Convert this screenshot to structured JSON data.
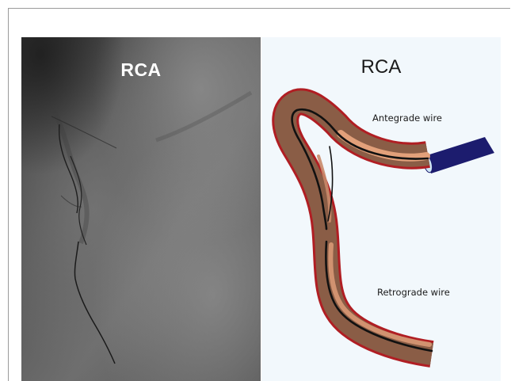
{
  "left_panel": {
    "title": "RCA"
  },
  "right_panel": {
    "title": "RCA",
    "labels": {
      "antegrade": "Antegrade wire",
      "retrograde": "Retrograde wire"
    }
  },
  "colors": {
    "vessel_outline": "#b01e23",
    "vessel_wall": "#8a5d46",
    "vessel_lumen_light": "#e2a07a",
    "catheter": "#1c1c6e",
    "wire": "#111111",
    "schematic_background": "#f2f8fc"
  }
}
